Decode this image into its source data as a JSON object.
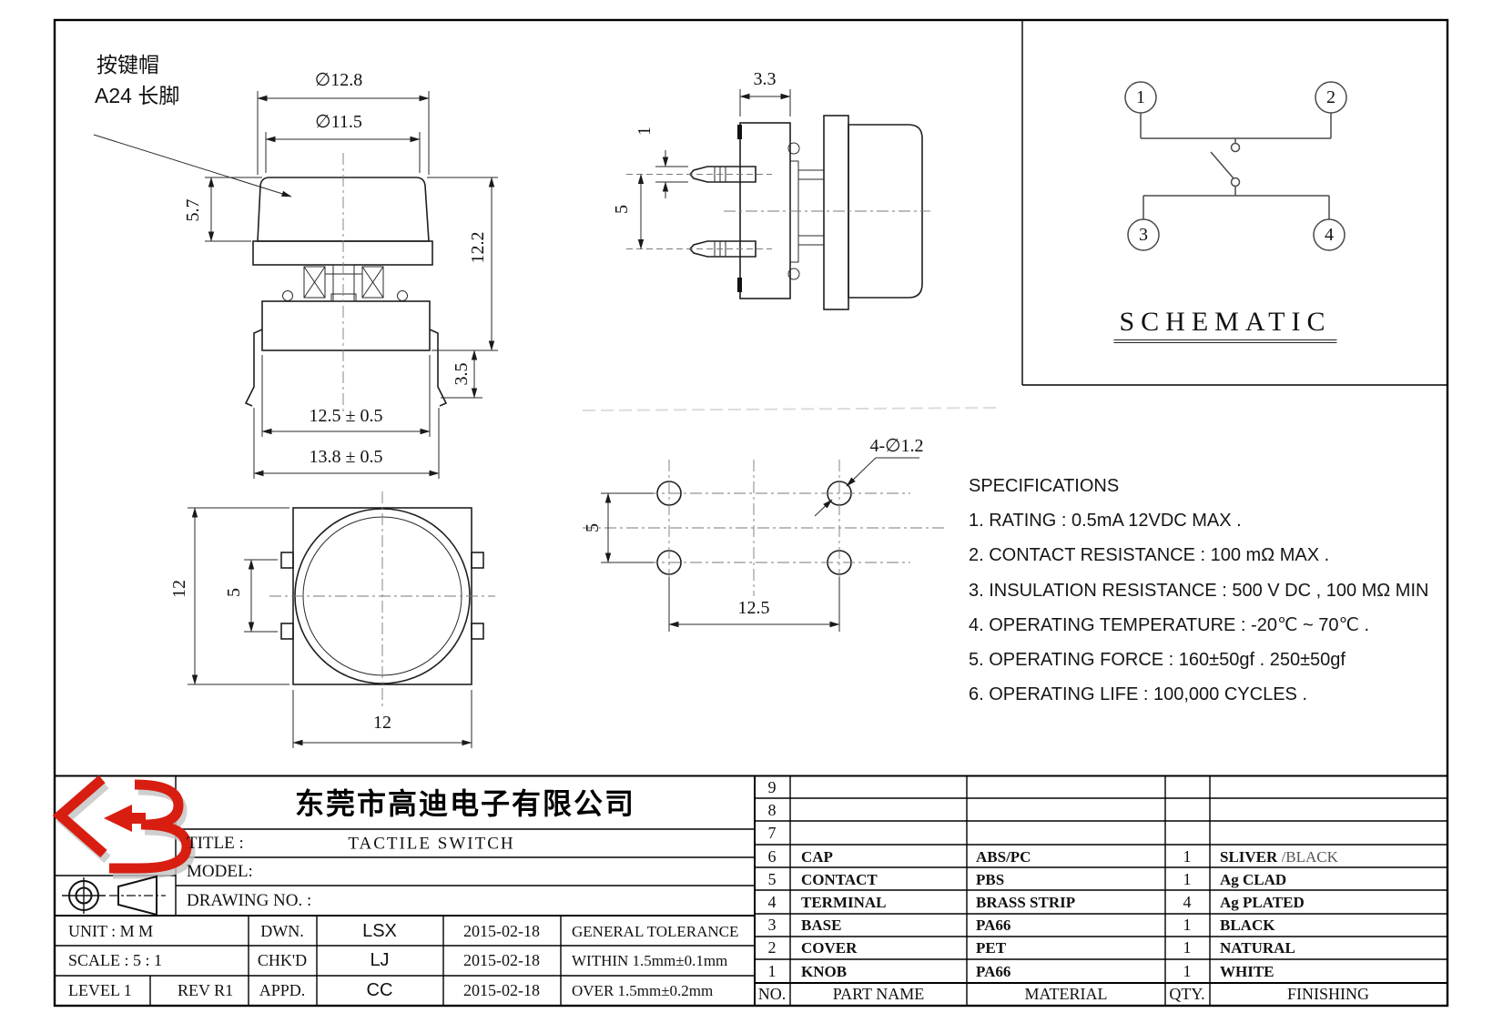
{
  "annotation": {
    "line1": "按键帽",
    "line2": "A24 长脚"
  },
  "front_view": {
    "dia_outer": "∅12.8",
    "dia_inner": "∅11.5",
    "cap_height": "5.7",
    "total_height": "12.2",
    "clip_height": "3.5",
    "body_width": "12.5 ± 0.5",
    "overall_width": "13.8 ± 0.5"
  },
  "side_view": {
    "depth": "3.3",
    "pin_offset": "1",
    "pin_pitch": "5"
  },
  "top_view": {
    "height": "12",
    "tab_pitch": "5",
    "width": "12"
  },
  "pcb_view": {
    "holes": "4-∅1.2",
    "pitch_v": "5",
    "pitch_h": "12.5"
  },
  "schematic": {
    "label": "SCHEMATIC",
    "t1": "1",
    "t2": "2",
    "t3": "3",
    "t4": "4"
  },
  "specs": {
    "title": "SPECIFICATIONS",
    "items": [
      "1. RATING : 0.5mA 12VDC MAX .",
      "2. CONTACT RESISTANCE : 100 mΩ MAX .",
      "3. INSULATION RESISTANCE : 500 V DC , 100 MΩ MIN",
      "4. OPERATING TEMPERATURE : -20℃ ~ 70℃ .",
      "5. OPERATING FORCE : 160±50gf . 250±50gf",
      "6. OPERATING LIFE : 100,000 CYCLES ."
    ]
  },
  "title_block": {
    "company": "东莞市高迪电子有限公司",
    "title_label": "TITLE :",
    "title_value": "TACTILE SWITCH",
    "model_label": "MODEL:",
    "drawing_label": "DRAWING NO.  :",
    "unit": "UNIT    :    M M",
    "scale": "SCALE   :   5 : 1",
    "level": "LEVEL 1",
    "rev": "REV  R1",
    "dwn_label": "DWN.",
    "chkd_label": "CHK'D",
    "appd_label": "APPD.",
    "dwn": "LSX",
    "chkd": "LJ",
    "appd": "CC",
    "dates": [
      "2015-02-18",
      "2015-02-18",
      "2015-02-18"
    ],
    "tol_title": "GENERAL TOLERANCE",
    "tol_within": "WITHIN 1.5mm±0.1mm",
    "tol_over": "OVER    1.5mm±0.2mm"
  },
  "parts_table": {
    "headers": {
      "no": "NO.",
      "part": "PART  NAME",
      "material": "MATERIAL",
      "qty": "QTY.",
      "finishing": "FINISHING"
    },
    "rows": [
      {
        "no": "9",
        "part": "",
        "material": "",
        "qty": "",
        "finishing": "",
        "finishing_alt": ""
      },
      {
        "no": "8",
        "part": "",
        "material": "",
        "qty": "",
        "finishing": "",
        "finishing_alt": ""
      },
      {
        "no": "7",
        "part": "",
        "material": "",
        "qty": "",
        "finishing": "",
        "finishing_alt": ""
      },
      {
        "no": "6",
        "part": "CAP",
        "material": "ABS/PC",
        "qty": "1",
        "finishing": "SLIVER",
        "finishing_alt": " /BLACK"
      },
      {
        "no": "5",
        "part": "CONTACT",
        "material": "PBS",
        "qty": "1",
        "finishing": "Ag CLAD",
        "finishing_alt": ""
      },
      {
        "no": "4",
        "part": "TERMINAL",
        "material": "BRASS STRIP",
        "qty": "4",
        "finishing": "Ag PLATED",
        "finishing_alt": ""
      },
      {
        "no": "3",
        "part": "BASE",
        "material": "PA66",
        "qty": "1",
        "finishing": "BLACK",
        "finishing_alt": ""
      },
      {
        "no": "2",
        "part": "COVER",
        "material": "PET",
        "qty": "1",
        "finishing": "NATURAL",
        "finishing_alt": ""
      },
      {
        "no": "1",
        "part": "KNOB",
        "material": "PA66",
        "qty": "1",
        "finishing": "WHITE",
        "finishing_alt": ""
      }
    ]
  },
  "colors": {
    "accent_red": "#d81e11",
    "line": "#1a1a1a"
  }
}
